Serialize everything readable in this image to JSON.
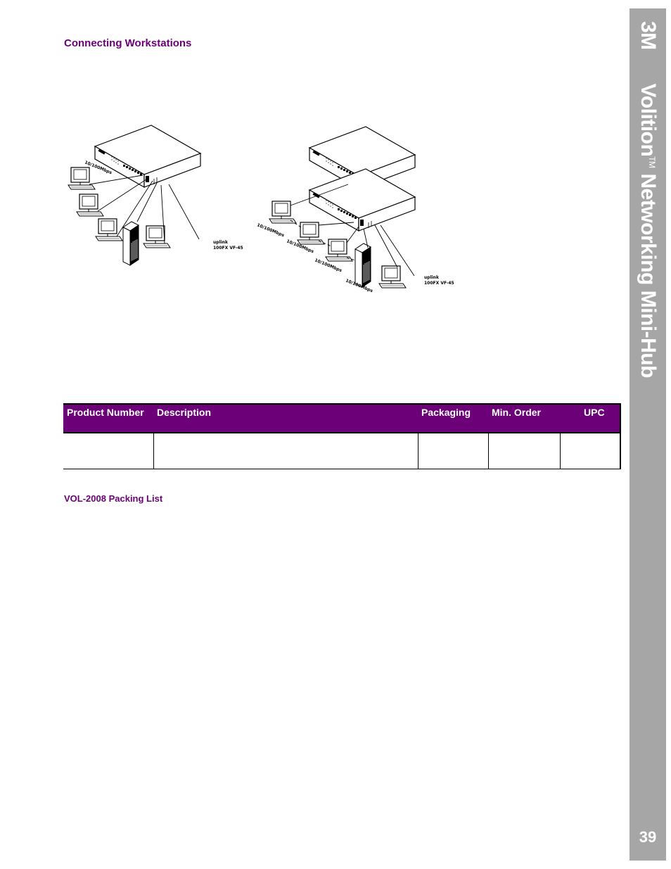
{
  "section_title": "Connecting Workstations",
  "figure": {
    "left": {
      "speed_label": "10/100Mbps",
      "uplink_label_1": "uplink",
      "uplink_label_2": "100FX VF-45"
    },
    "right": {
      "speed_labels": [
        "10/100Mbps",
        "10/100Mbps",
        "10/100Mbps",
        "10/100Mbps"
      ],
      "uplink_label_1": "uplink",
      "uplink_label_2": "100FX VF-45"
    }
  },
  "table": {
    "headers": [
      "Product Number",
      "Description",
      "Packaging",
      "Min. Order",
      "UPC"
    ],
    "rows": [
      [
        "",
        "",
        "",
        "",
        ""
      ]
    ]
  },
  "packing_title": "VOL-2008 Packing List",
  "sidebar": {
    "brand": "3M",
    "product": "Volition",
    "trademark": "TM",
    "subtitle": "Networking Mini-Hub",
    "page_number": "39"
  },
  "colors": {
    "accent": "#6b0078",
    "sidebar_bg": "#a6a6a6"
  }
}
